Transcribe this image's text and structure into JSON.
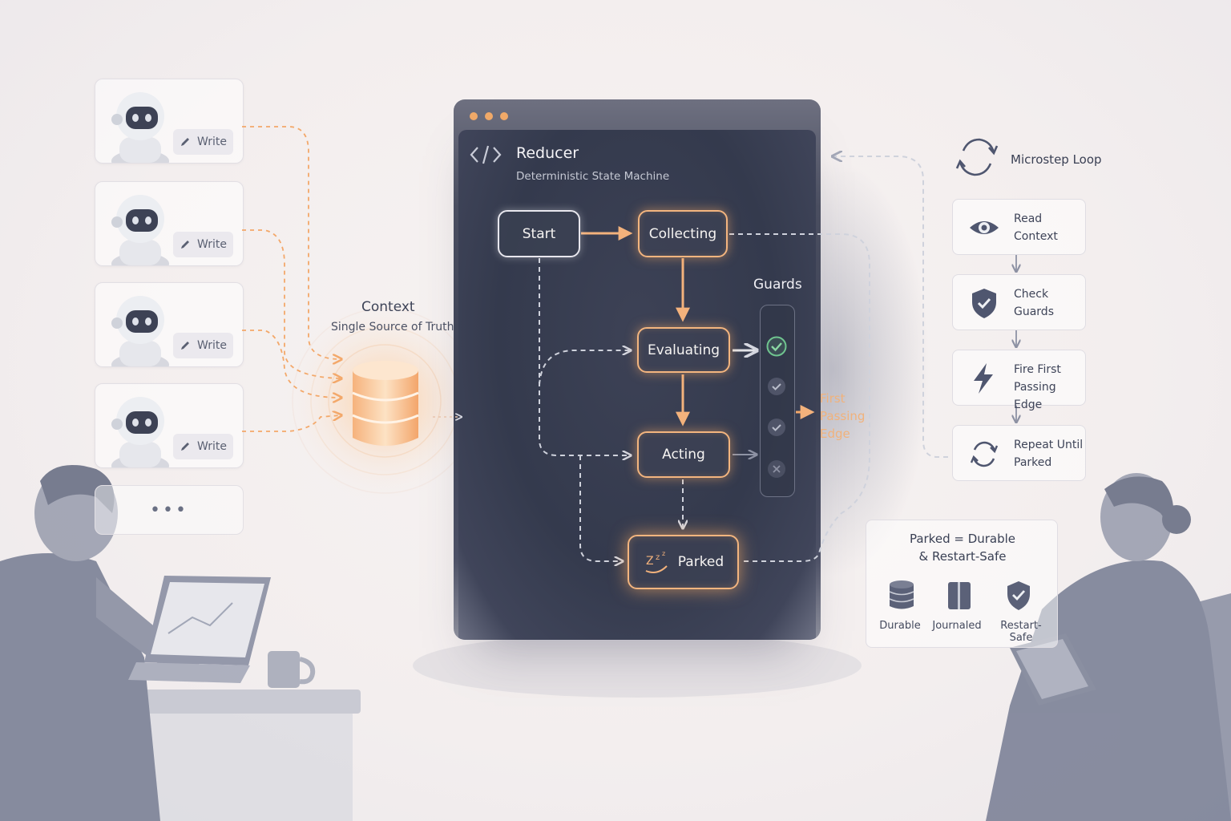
{
  "agents": {
    "cards": [
      {
        "write_label": "Write"
      },
      {
        "write_label": "Write"
      },
      {
        "write_label": "Write"
      },
      {
        "write_label": "Write"
      }
    ],
    "more_label": "•••"
  },
  "context": {
    "title": "Context",
    "subtitle": "Single Source of Truth"
  },
  "reducer": {
    "title": "Reducer",
    "subtitle": "Deterministic State Machine",
    "states": {
      "start": "Start",
      "collecting": "Collecting",
      "evaluating": "Evaluating",
      "acting": "Acting",
      "parked": "Parked"
    },
    "guards_label": "Guards",
    "guard_results": [
      "pass",
      "check",
      "check",
      "fail"
    ],
    "first_passing_edge": [
      "First",
      "Passing",
      "Edge"
    ]
  },
  "microstep": {
    "title": "Microstep Loop",
    "steps": [
      {
        "line1": "Read",
        "line2": "Context",
        "icon": "eye-icon"
      },
      {
        "line1": "Check",
        "line2": "Guards",
        "icon": "shield-check-icon"
      },
      {
        "line1": "Fire First",
        "line2": "Passing Edge",
        "icon": "lightning-icon"
      },
      {
        "line1": "Repeat Until",
        "line2": "Parked",
        "icon": "refresh-icon"
      }
    ]
  },
  "parked_box": {
    "title_line1": "Parked = Durable",
    "title_line2": "& Restart-Safe",
    "items": [
      {
        "label": "Durable",
        "icon": "database-icon"
      },
      {
        "label": "Journaled",
        "icon": "book-icon"
      },
      {
        "label": "Restart-Safe",
        "icon": "shield-check-icon"
      }
    ]
  },
  "colors": {
    "accent_orange": "#f3a86a",
    "panel_dark": "#3a3f52",
    "success_green": "#6fc48f",
    "ink": "#3e4458"
  }
}
